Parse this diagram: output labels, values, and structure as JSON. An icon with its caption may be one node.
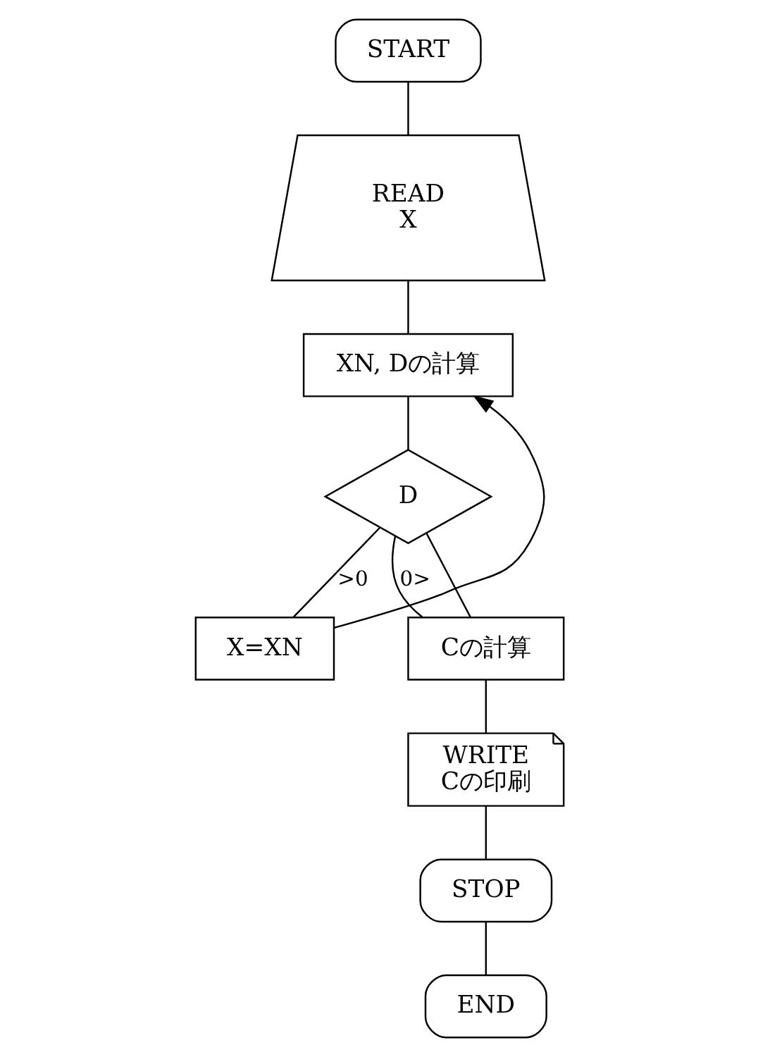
{
  "diagram": {
    "nodes": [
      {
        "text": [
          "START"
        ]
      },
      {
        "text": [
          "READ",
          "X"
        ]
      },
      {
        "text": [
          "XN, Dの計算"
        ]
      },
      {
        "text": [
          "D"
        ]
      },
      {
        "text": [
          "X=XN"
        ]
      },
      {
        "text": [
          "Cの計算"
        ]
      },
      {
        "text": [
          "WRITE",
          "Cの印刷"
        ]
      },
      {
        "text": [
          "STOP"
        ]
      },
      {
        "text": [
          "END"
        ]
      }
    ],
    "edges": [
      {
        "from": 0,
        "to": 1,
        "arrow": "none"
      },
      {
        "from": 1,
        "to": 2,
        "arrow": "none"
      },
      {
        "from": 2,
        "to": 3,
        "arrow": "none"
      },
      {
        "from": 3,
        "to": 5,
        "label": "0>",
        "arrow": "none"
      },
      {
        "from": 3,
        "to": 5,
        "arrow": "none"
      },
      {
        "from": 3,
        "to": 4,
        "label": ">0",
        "arrow": "none"
      },
      {
        "from": 4,
        "to": 2,
        "arrow": "to"
      },
      {
        "from": 5,
        "to": 6,
        "arrow": "none"
      },
      {
        "from": 6,
        "to": 7,
        "arrow": "none"
      },
      {
        "from": 7,
        "to": 8,
        "arrow": "none"
      }
    ]
  }
}
